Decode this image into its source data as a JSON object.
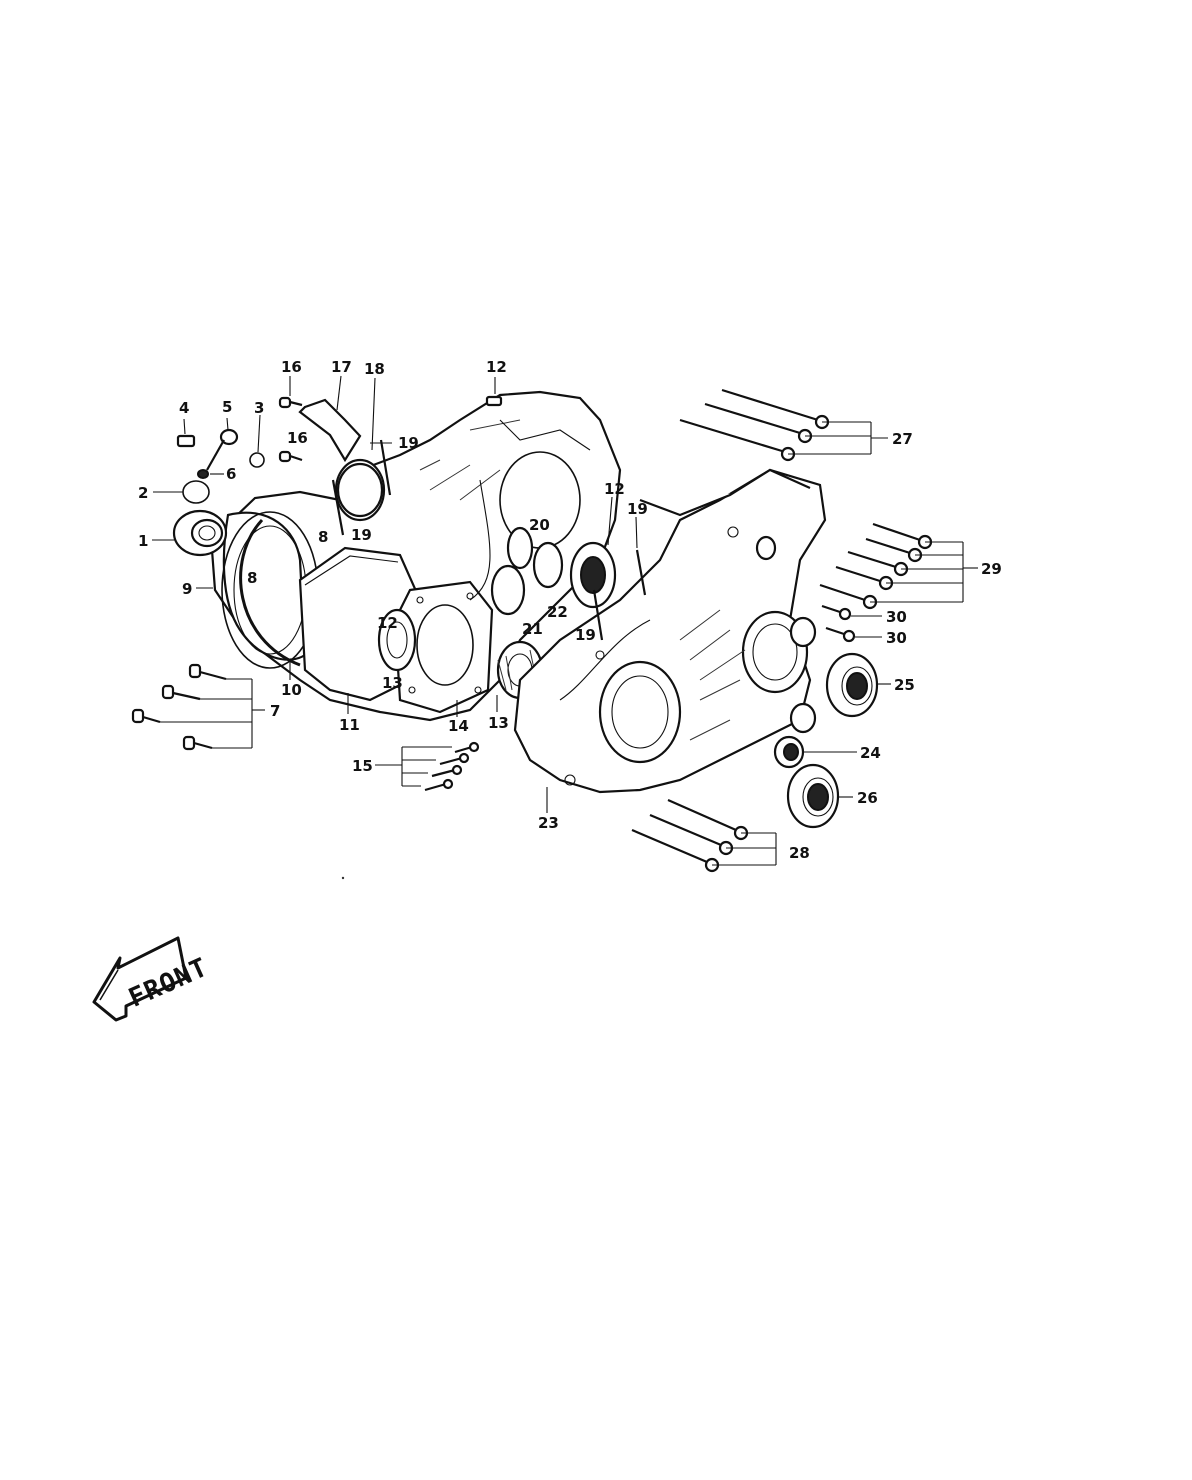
{
  "diagram": {
    "callouts": [
      {
        "id": "c1",
        "text": "1"
      },
      {
        "id": "c2",
        "text": "2"
      },
      {
        "id": "c3",
        "text": "3"
      },
      {
        "id": "c4",
        "text": "4"
      },
      {
        "id": "c5",
        "text": "5"
      },
      {
        "id": "c6",
        "text": "6"
      },
      {
        "id": "c7",
        "text": "7"
      },
      {
        "id": "c8a",
        "text": "8"
      },
      {
        "id": "c8b",
        "text": "8"
      },
      {
        "id": "c9",
        "text": "9"
      },
      {
        "id": "c10",
        "text": "10"
      },
      {
        "id": "c11",
        "text": "11"
      },
      {
        "id": "c12a",
        "text": "12"
      },
      {
        "id": "c12b",
        "text": "12"
      },
      {
        "id": "c12c",
        "text": "12"
      },
      {
        "id": "c13a",
        "text": "13"
      },
      {
        "id": "c13b",
        "text": "13"
      },
      {
        "id": "c14",
        "text": "14"
      },
      {
        "id": "c15",
        "text": "15"
      },
      {
        "id": "c16a",
        "text": "16"
      },
      {
        "id": "c16b",
        "text": "16"
      },
      {
        "id": "c17",
        "text": "17"
      },
      {
        "id": "c18",
        "text": "18"
      },
      {
        "id": "c19a",
        "text": "19"
      },
      {
        "id": "c19b",
        "text": "19"
      },
      {
        "id": "c19c",
        "text": "19"
      },
      {
        "id": "c19d",
        "text": "19"
      },
      {
        "id": "c20",
        "text": "20"
      },
      {
        "id": "c21",
        "text": "21"
      },
      {
        "id": "c22",
        "text": "22"
      },
      {
        "id": "c23",
        "text": "23"
      },
      {
        "id": "c24",
        "text": "24"
      },
      {
        "id": "c25",
        "text": "25"
      },
      {
        "id": "c26",
        "text": "26"
      },
      {
        "id": "c27",
        "text": "27"
      },
      {
        "id": "c28",
        "text": "28"
      },
      {
        "id": "c29",
        "text": "29"
      },
      {
        "id": "c30a",
        "text": "30"
      },
      {
        "id": "c30b",
        "text": "30"
      }
    ],
    "front_label": "FRONT"
  }
}
